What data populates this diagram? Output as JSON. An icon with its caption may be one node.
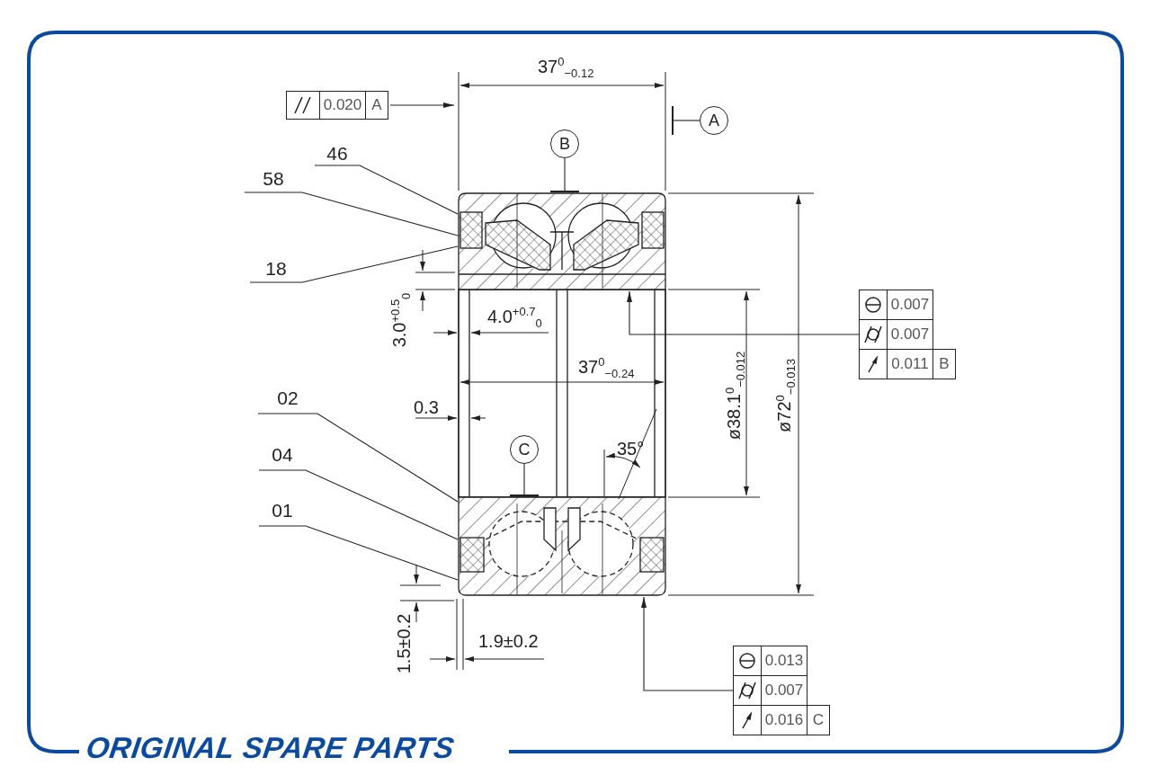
{
  "diagram": {
    "nodes": [
      {
        "text": [],
        "shape": "picture"
      },
      {
        "text": [
          "46"
        ]
      },
      {
        "text": [
          "58"
        ]
      },
      {
        "text": [
          "18"
        ]
      },
      {
        "text": [
          "02"
        ]
      },
      {
        "text": [
          "04"
        ]
      },
      {
        "text": [
          "01"
        ]
      },
      {
        "text": [
          "0.020",
          "A"
        ]
      },
      {
        "text": [
          "A"
        ]
      },
      {
        "text": [
          "B"
        ]
      },
      {
        "text": [
          "C"
        ],
        "in": 0
      },
      {
        "text": [
          "0.007",
          "0.007",
          "0.011",
          "B"
        ]
      },
      {
        "text": [
          "0.013",
          "0.007",
          "0.016",
          "C"
        ]
      }
    ],
    "edges": [
      {
        "from": 1,
        "to": 0,
        "arrow": "none"
      },
      {
        "from": 2,
        "to": 0,
        "arrow": "none"
      },
      {
        "from": 3,
        "to": 0,
        "arrow": "none"
      },
      {
        "from": 4,
        "to": 0,
        "arrow": "none"
      },
      {
        "from": 5,
        "to": 0,
        "arrow": "none"
      },
      {
        "from": 6,
        "to": 0,
        "arrow": "none"
      },
      {
        "from": 7,
        "to": null,
        "arrow": "to"
      },
      {
        "from": 8,
        "to": null,
        "arrow": "other"
      },
      {
        "from": 9,
        "to": 0,
        "arrow": "other"
      },
      {
        "from": 10,
        "to": 0,
        "arrow": "other"
      },
      {
        "from": 11,
        "to": 0,
        "arrow": "to"
      },
      {
        "from": 12,
        "to": 0,
        "arrow": "to"
      }
    ],
    "labels": [
      "37$^{0}$$_{−0.12}$",
      "3.0$^{+0.5}$$_{0}$",
      "4.0$^{+0.7}$$_{0}$",
      "37$^{0}$$_{−0.24}$",
      "0.3",
      "35°",
      "ø38.1$^{0}$$_{−0.012}$",
      "ø72$^{0}$$_{−0.013}$",
      "1.5±0.2",
      "1.9±0.2",
      "ORIGINAL SPARE PARTS"
    ]
  }
}
